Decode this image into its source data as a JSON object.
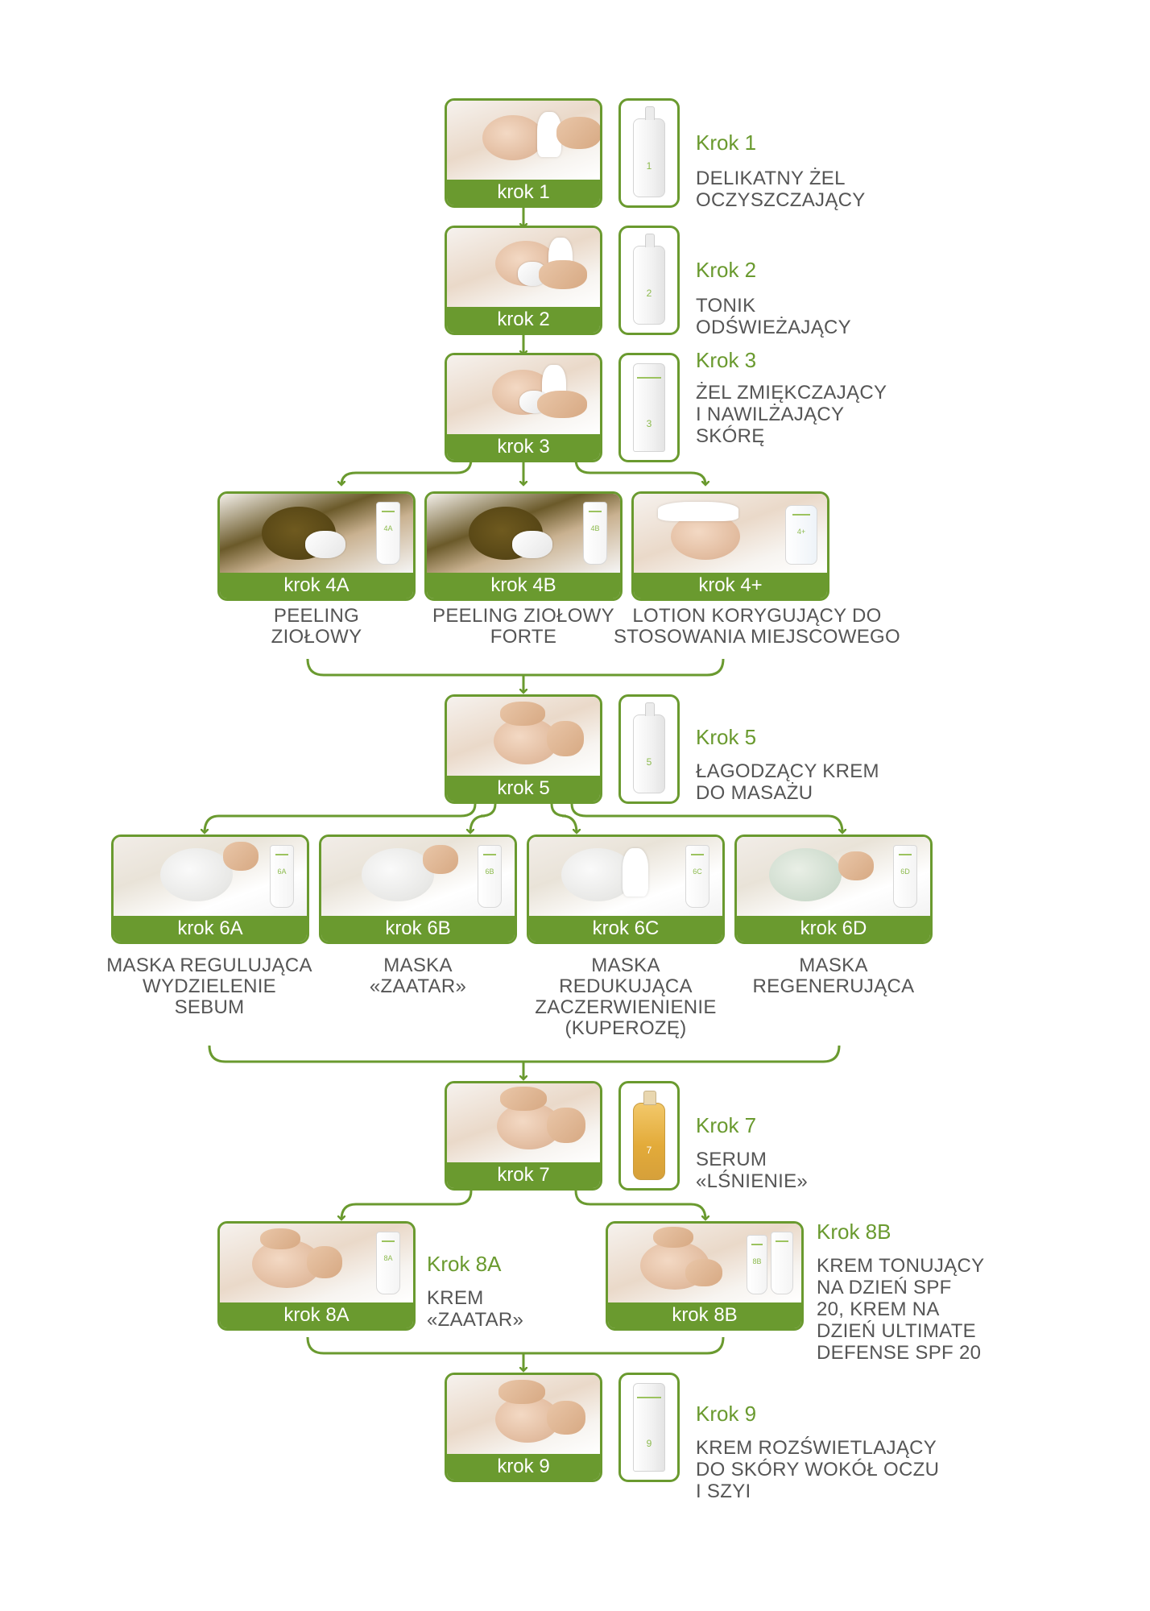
{
  "colors": {
    "accent": "#6a9a2f",
    "text": "#555555",
    "background": "#ffffff"
  },
  "steps": {
    "s1": {
      "bar": "krok 1",
      "title": "Krok 1",
      "desc": "DELIKATNY ŻEL\nOCZYSZCZAJĄCY",
      "product_mark": "1"
    },
    "s2": {
      "bar": "krok 2",
      "title": "Krok 2",
      "desc": "TONIK\nODŚWIEŻAJĄCY",
      "product_mark": "2"
    },
    "s3": {
      "bar": "krok 3",
      "title": "Krok 3",
      "desc": "ŻEL ZMIĘKCZAJĄCY\nI NAWILŻAJĄCY\nSKÓRĘ",
      "product_mark": "3"
    },
    "s4a": {
      "bar": "krok 4A",
      "caption": "PEELING\nZIOŁOWY",
      "product_mark": "4A"
    },
    "s4b": {
      "bar": "krok 4B",
      "caption": "PEELING ZIOŁOWY\nFORTE",
      "product_mark": "4B"
    },
    "s4plus": {
      "bar": "krok 4+",
      "caption": "LOTION KORYGUJĄCY DO\nSTOSOWANIA MIEJSCOWEGO",
      "product_mark": "4+"
    },
    "s5": {
      "bar": "krok 5",
      "title": "Krok 5",
      "desc": "ŁAGODZĄCY KREM\nDO MASAŻU",
      "product_mark": "5"
    },
    "s6a": {
      "bar": "krok 6A",
      "caption": "MASKA REGULUJĄCA\nWYDZIELENIE\nSEBUM",
      "product_mark": "6A"
    },
    "s6b": {
      "bar": "krok 6B",
      "caption": "MASKA\n«ZAATAR»",
      "product_mark": "6B"
    },
    "s6c": {
      "bar": "krok 6C",
      "caption": "MASKA\nREDUKUJĄCA\nZACZERWIENIENIE\n(KUPEROZĘ)",
      "product_mark": "6C"
    },
    "s6d": {
      "bar": "krok 6D",
      "caption": "MASKA\nREGENERUJĄCA",
      "product_mark": "6D"
    },
    "s7": {
      "bar": "krok 7",
      "title": "Krok 7",
      "desc": "SERUM\n«LŚNIENIE»",
      "product_mark": "7"
    },
    "s8a": {
      "bar": "krok 8A",
      "title": "Krok 8A",
      "desc": "KREM\n«ZAATAR»",
      "product_mark": "8A"
    },
    "s8b": {
      "bar": "krok 8B",
      "title": "Krok 8B",
      "desc": "KREM TONUJĄCY\nNA DZIEŃ SPF\n20, KREM NA\nDZIEŃ ULTIMATE\nDEFENSE SPF 20",
      "product_mark": "8B"
    },
    "s9": {
      "bar": "krok 9",
      "title": "Krok 9",
      "desc": "KREM ROZŚWIETLAJĄCY\nDO SKÓRY WOKÓŁ OCZU\nI SZYI",
      "product_mark": "9"
    }
  }
}
